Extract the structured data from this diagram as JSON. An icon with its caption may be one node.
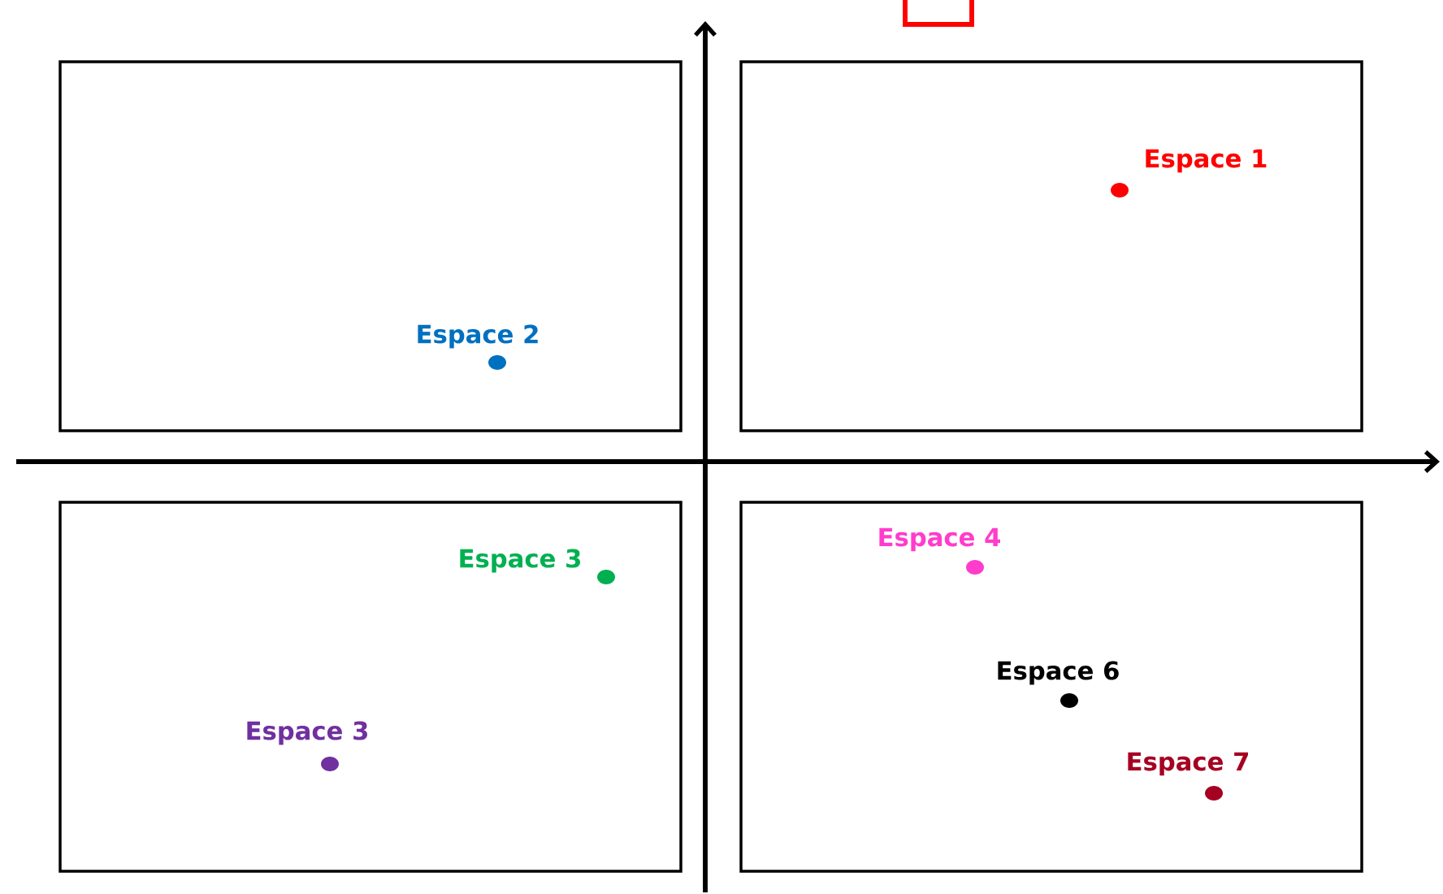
{
  "diagram": {
    "nodes": [
      {
        "text": [],
        "shape": "box"
      },
      {
        "text": [],
        "shape": "box"
      },
      {
        "text": [],
        "shape": "box"
      },
      {
        "text": [],
        "shape": "box"
      },
      {
        "text": [],
        "shape": "box"
      },
      {
        "text": [
          "Espace 1"
        ],
        "in": 1
      },
      {
        "text": [
          "Espace 2"
        ],
        "in": 0
      },
      {
        "text": [
          "Espace 3"
        ],
        "in": 2
      },
      {
        "text": [
          "Espace 3"
        ],
        "in": 2
      },
      {
        "text": [
          "Espace 4"
        ],
        "in": 3
      },
      {
        "text": [
          "Espace 6"
        ],
        "in": 3
      },
      {
        "text": [
          "Espace 7"
        ],
        "in": 3
      }
    ]
  }
}
